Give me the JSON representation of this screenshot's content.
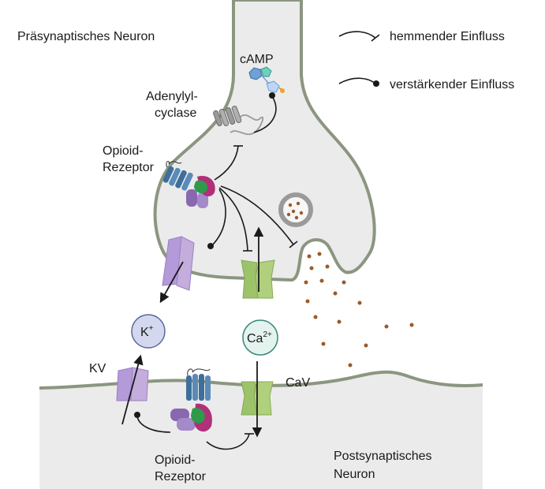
{
  "labels": {
    "presynaptic": "Präsynaptisches Neuron",
    "postsynaptic_line1": "Postsynaptisches",
    "postsynaptic_line2": "Neuron",
    "camp": "cAMP",
    "adenylyl_line1": "Adenylyl-",
    "adenylyl_line2": "cyclase",
    "opioid_pre_line1": "Opioid-",
    "opioid_pre_line2": "Rezeptor",
    "opioid_post_line1": "Opioid-",
    "opioid_post_line2": "Rezeptor",
    "k_ion": "K",
    "k_charge": "+",
    "ca_ion": "Ca",
    "ca_charge": "2+",
    "kv": "KV",
    "cav": "CaV"
  },
  "legend": {
    "inhibitory": "hemmender Einfluss",
    "enhancing": "verstärkender Einfluss"
  },
  "colors": {
    "membrane_fill": "#ebebeb",
    "membrane_stroke": "#8b9680",
    "receptor_blue": "#3d6f9a",
    "g_protein_purple": "#8a68b0",
    "g_protein_green": "#2f9a4a",
    "g_protein_magenta": "#b0307a",
    "k_channel": "#b49ad8",
    "ca_channel": "#9cc26a",
    "adenylyl_cyclase": "#9a9a9a",
    "camp_blue": "#6fa0d8",
    "camp_teal": "#6fd0c0",
    "neurotransmitter": "#9a5a2a",
    "k_ion_fill": "#d4d8ee",
    "ca_ion_fill": "#e4f3ee"
  }
}
